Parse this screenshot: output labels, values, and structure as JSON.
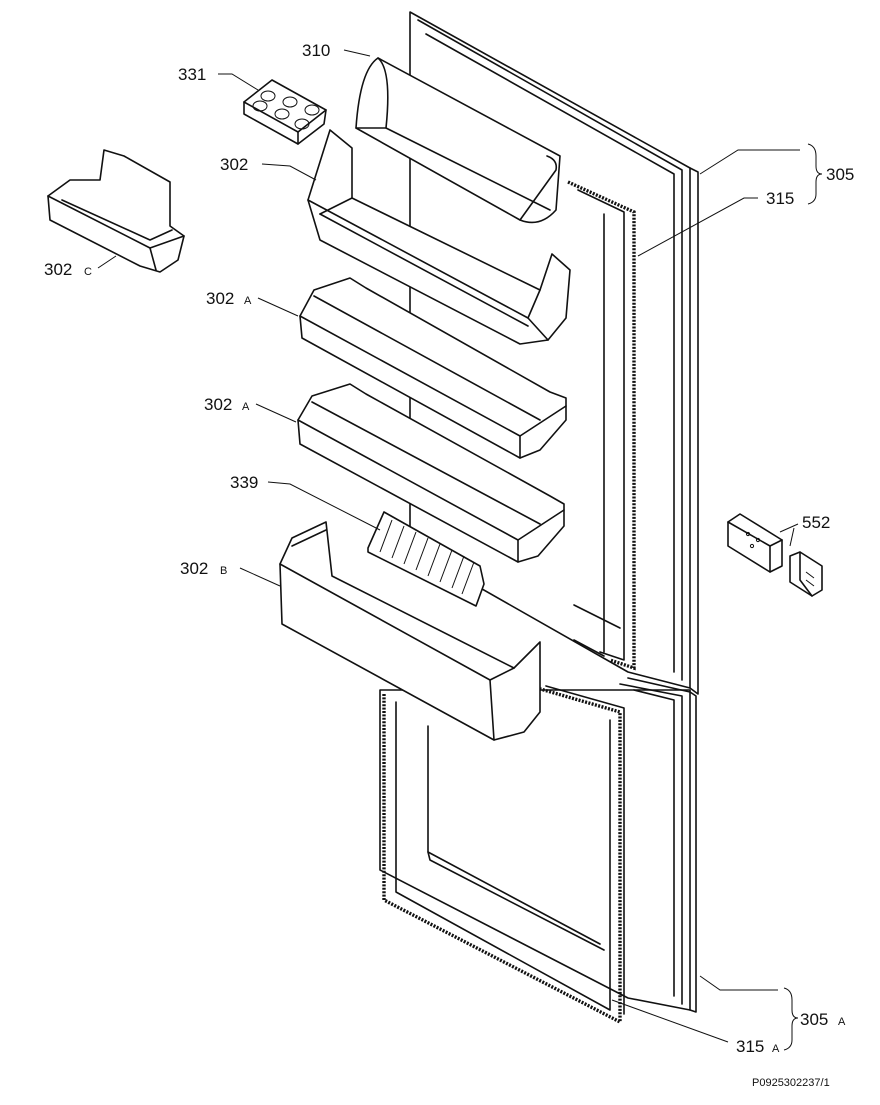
{
  "labels": {
    "l310": "310",
    "l331": "331",
    "l302": "302",
    "l302c": "302",
    "l302c_suffix": "C",
    "l302a_1": "302",
    "l302a_1_suffix": "A",
    "l302a_2": "302",
    "l302a_2_suffix": "A",
    "l339": "339",
    "l302b": "302",
    "l302b_suffix": "B",
    "l305": "305",
    "l315": "315",
    "l552": "552",
    "l305a": "305",
    "l305a_suffix": "A",
    "l315a": "315",
    "l315a_suffix": "A"
  },
  "footer": {
    "code": "P0925302237/1"
  }
}
